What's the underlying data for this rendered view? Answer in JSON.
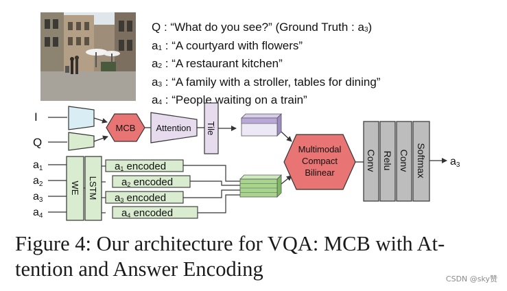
{
  "question_block": {
    "question_label": "Q",
    "question_text": ": “What do you see?”  (Ground Truth : a",
    "ground_truth_index": "3",
    "ground_truth_close": ")",
    "answers": [
      {
        "label": "a",
        "index": "1",
        "text": ": “A courtyard with flowers”"
      },
      {
        "label": "a",
        "index": "2",
        "text": ": “A restaurant kitchen”"
      },
      {
        "label": "a",
        "index": "3",
        "text": ": “A family with a stroller, tables for dining”"
      },
      {
        "label": "a",
        "index": "4",
        "text": ": “People waiting on a train”"
      }
    ]
  },
  "diagram": {
    "inputs": {
      "image": "I",
      "question": "Q"
    },
    "mcb_label": "MCB",
    "attention_label": "Attention",
    "tile_label": "Tile",
    "answer_inputs": [
      "a1",
      "a2",
      "a3",
      "a4"
    ],
    "answer_input_labels": [
      {
        "label": "a",
        "index": "1"
      },
      {
        "label": "a",
        "index": "2"
      },
      {
        "label": "a",
        "index": "3"
      },
      {
        "label": "a",
        "index": "4"
      }
    ],
    "we_label": "WE",
    "lstm_label": "LSTM",
    "encoded": [
      {
        "label": "a",
        "index": "1",
        "suffix": " encoded"
      },
      {
        "label": "a",
        "index": "2",
        "suffix": " encoded"
      },
      {
        "label": "a",
        "index": "3",
        "suffix": " encoded"
      },
      {
        "label": "a",
        "index": "4",
        "suffix": " encoded"
      }
    ],
    "mcb_big_lines": [
      "Multimodal",
      "Compact",
      "Bilinear"
    ],
    "layers": [
      "Conv",
      "Relu",
      "Conv",
      "Softmax"
    ],
    "output": {
      "label": "a",
      "index": "3"
    },
    "colors": {
      "mcb_fill": "#e87474",
      "cnn_fill": "#d9eef4",
      "lstm_fill": "#d9ecd0",
      "attention_fill": "#e6dcee",
      "purple_block": "#b8a8d6",
      "green_block": "#a8d58c",
      "layer_fill": "#bdbdbd"
    }
  },
  "caption": {
    "line1": "Figure 4: Our architecture for VQA: MCB with At-",
    "line2": "tention and Answer Encoding"
  },
  "watermark": "CSDN @sky赞"
}
